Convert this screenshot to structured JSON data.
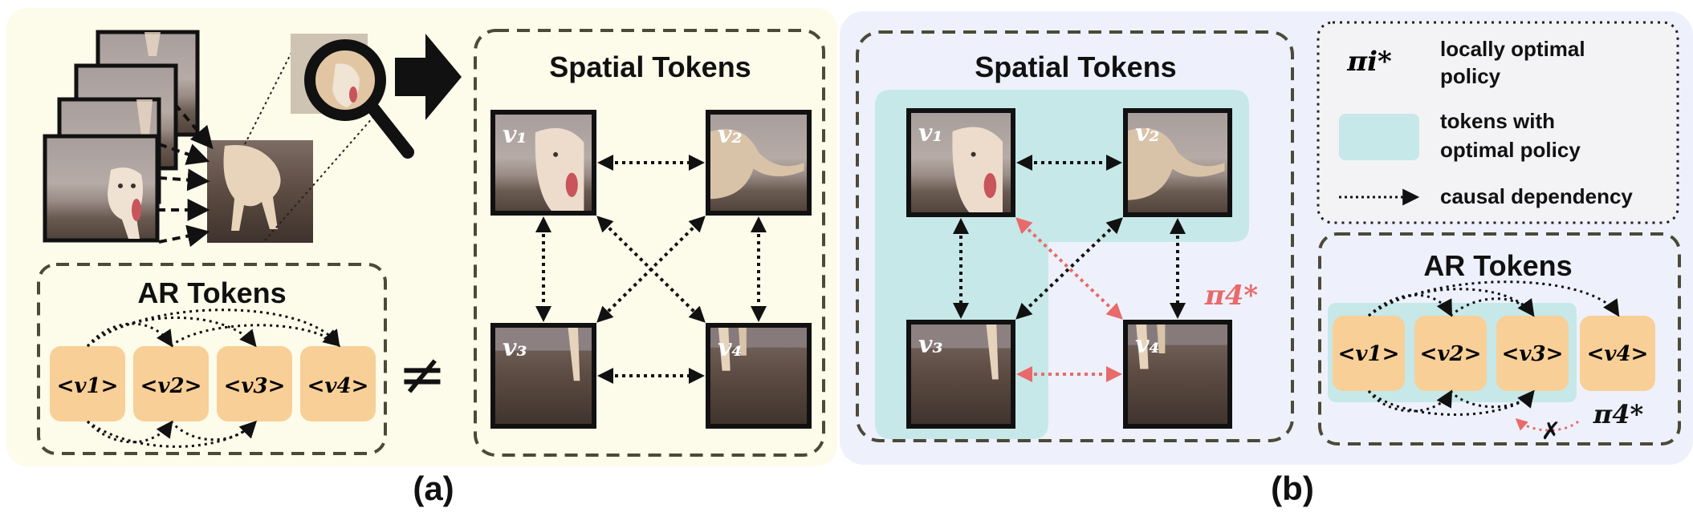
{
  "panel_a": {
    "label": "(a)",
    "spatial_title": "Spatial Tokens",
    "ar_title": "AR Tokens",
    "not_equal": "≠",
    "tokens": [
      "v1",
      "v2",
      "v3",
      "v4"
    ],
    "ar_tokens": [
      "<v1>",
      "<v2>",
      "<v3>",
      "<v4>"
    ]
  },
  "panel_b": {
    "label": "(b)",
    "spatial_title": "Spatial Tokens",
    "ar_title": "AR Tokens",
    "policy_label": "π4*",
    "ar_policy_label": "π4*",
    "blocked_mark": "✗"
  },
  "legend": {
    "symbol": "πi*",
    "item1": [
      "locally optimal",
      "policy"
    ],
    "item2": [
      "tokens with",
      "optimal policy"
    ],
    "item3": "causal dependency"
  },
  "colors": {
    "panel_a_bg": "#fdfbea",
    "panel_b_bg": "#eef1fb",
    "optimal_region": "#c6e8e8",
    "ar_token_fill": "#f8cf97",
    "dashed_border": "#4a4a38",
    "red_dependency": "#e86a6a",
    "image_frame": "#111111"
  }
}
